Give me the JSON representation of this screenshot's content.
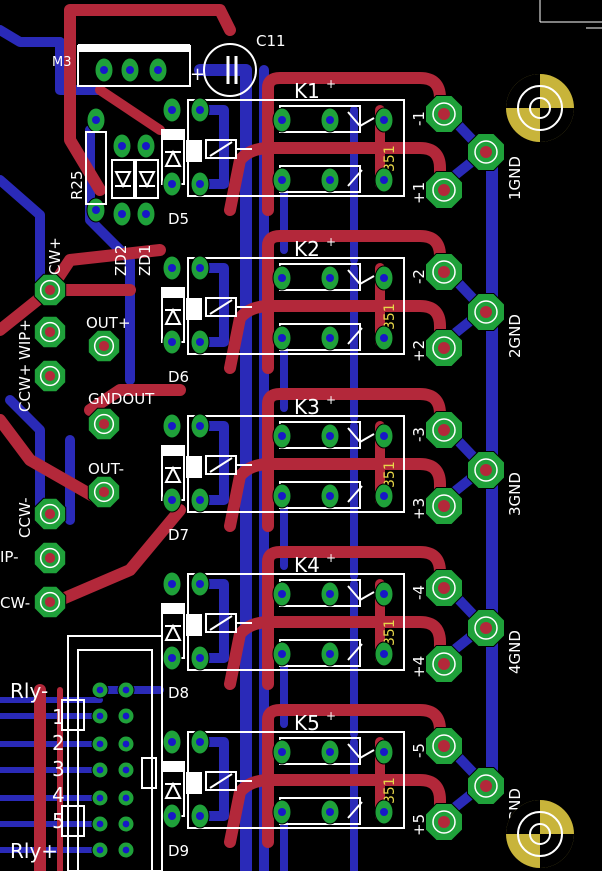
{
  "board": {
    "colors": {
      "background": "#000000",
      "top_copper": "#b3283a",
      "bottom_copper": "#2a2ab8",
      "pad": "#1fa13a",
      "pad_hole": "#1717c8",
      "silk": "#ffffff",
      "silk_value": "#e8d84a",
      "mount_hole": "#c8b43a"
    },
    "labels": {
      "m3": "M3",
      "c11": "C11",
      "c11_plus": "+",
      "r25": "R25",
      "zd2": "ZD2",
      "zd1": "ZD1",
      "cw_plus": "CW+",
      "wip_plus": "WIP+",
      "ccw_plus": "CCW+",
      "out_plus": "OUT+",
      "gndout": "GNDOUT",
      "out_minus": "OUT-",
      "ccw_minus": "CCW-",
      "wip_minus": "IP-",
      "cw_minus": "CW-",
      "rly_minus": "Rly-",
      "rly_plus": "Rly+"
    },
    "relays": [
      {
        "k": "K1",
        "d": "D5",
        "value": "351",
        "minus": "-1",
        "plus": "+1",
        "gnd": "1GND"
      },
      {
        "k": "K2",
        "d": "D6",
        "value": "351",
        "minus": "-2",
        "plus": "+2",
        "gnd": "2GND"
      },
      {
        "k": "K3",
        "d": "D7",
        "value": "351",
        "minus": "-3",
        "plus": "+3",
        "gnd": "3GND"
      },
      {
        "k": "K4",
        "d": "D8",
        "value": "351",
        "minus": "-4",
        "plus": "+4",
        "gnd": "4GND"
      },
      {
        "k": "K5",
        "d": "D9",
        "value": "351",
        "minus": "-5",
        "plus": "+5",
        "gnd": "5GND"
      }
    ],
    "connector_numbers": [
      "1",
      "2",
      "3",
      "4",
      "5"
    ]
  }
}
